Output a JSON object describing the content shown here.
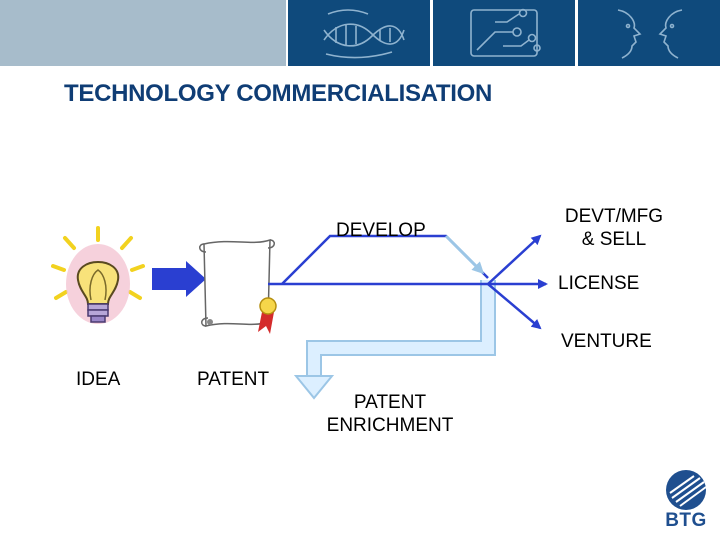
{
  "title": "TECHNOLOGY COMMERCIALISATION",
  "labels": {
    "idea": "IDEA",
    "patent": "PATENT",
    "develop": "DEVELOP",
    "devt_mfg_line1": "DEVT/MFG",
    "devt_mfg_line2": "& SELL",
    "license": "LICENSE",
    "venture": "VENTURE",
    "enrichment_line1": "PATENT",
    "enrichment_line2": "ENRICHMENT"
  },
  "brand": {
    "name": "BTG"
  },
  "colors": {
    "banner_dark": "#0f4a7c",
    "banner_light": "#a7bccb",
    "title": "#0f3d75",
    "arrow_main": "#2a3fd1",
    "arrow_pale": "#cfe6f7",
    "arrow_pale_edge": "#9cc6e6",
    "logo": "#1f4f8f"
  },
  "icons": [
    "lightbulb-icon",
    "scroll-icon",
    "seal-ribbon-icon",
    "dna-icon",
    "circuit-icon",
    "faces-icon",
    "btg-globe-icon"
  ]
}
